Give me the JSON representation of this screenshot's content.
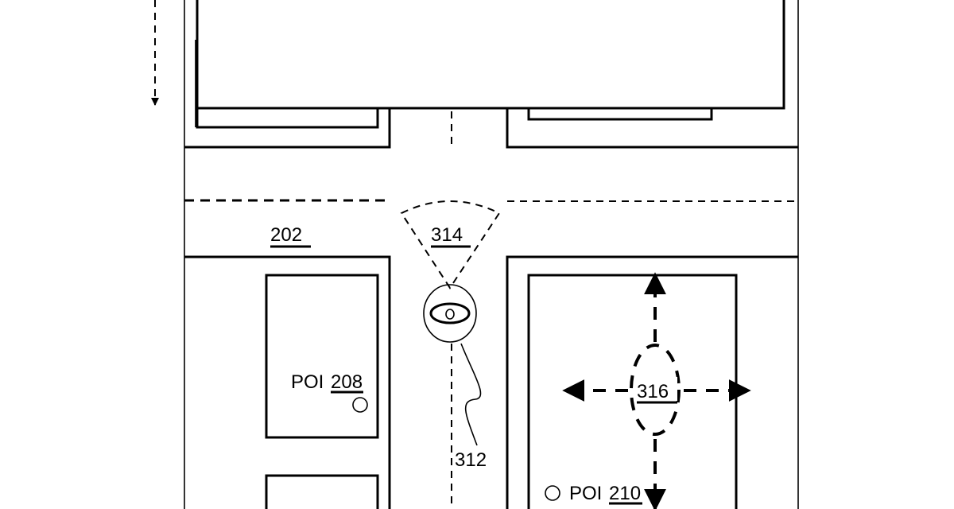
{
  "labels": {
    "road": "202",
    "view_cone": "314",
    "path": "312",
    "movement_zone": "316",
    "poi_a_prefix": "POI",
    "poi_a_num": "208",
    "poi_b_prefix": "POI",
    "poi_b_num": "210"
  },
  "colors": {
    "line": "#000000",
    "background": "#ffffff"
  }
}
